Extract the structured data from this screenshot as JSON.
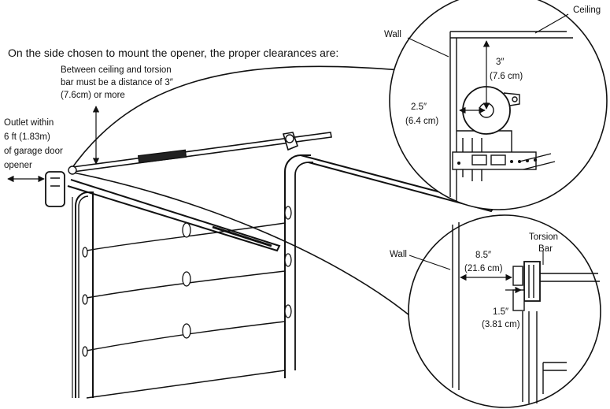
{
  "heading": "On the side chosen to mount the opener, the proper clearances are:",
  "ceiling_clearance": {
    "line1": "Between ceiling and torsion",
    "line2": "bar must be a distance of 3″",
    "line3": "(7.6cm) or more"
  },
  "outlet_note": {
    "line1": "Outlet within",
    "line2": "6 ft (1.83m)",
    "line3": "of garage door",
    "line4": "opener"
  },
  "top_detail": {
    "ceiling_label": "Ceiling",
    "wall_label": "Wall",
    "vertical_value": "3″",
    "vertical_metric": "(7.6 cm)",
    "horizontal_value": "2.5″",
    "horizontal_metric": "(6.4 cm)"
  },
  "bottom_detail": {
    "wall_label": "Wall",
    "torsion_line1": "Torsion",
    "torsion_line2": "Bar",
    "wall_distance_value": "8.5″",
    "wall_distance_metric": "(21.6 cm)",
    "bracket_value": "1.5″",
    "bracket_metric": "(3.81 cm)"
  }
}
